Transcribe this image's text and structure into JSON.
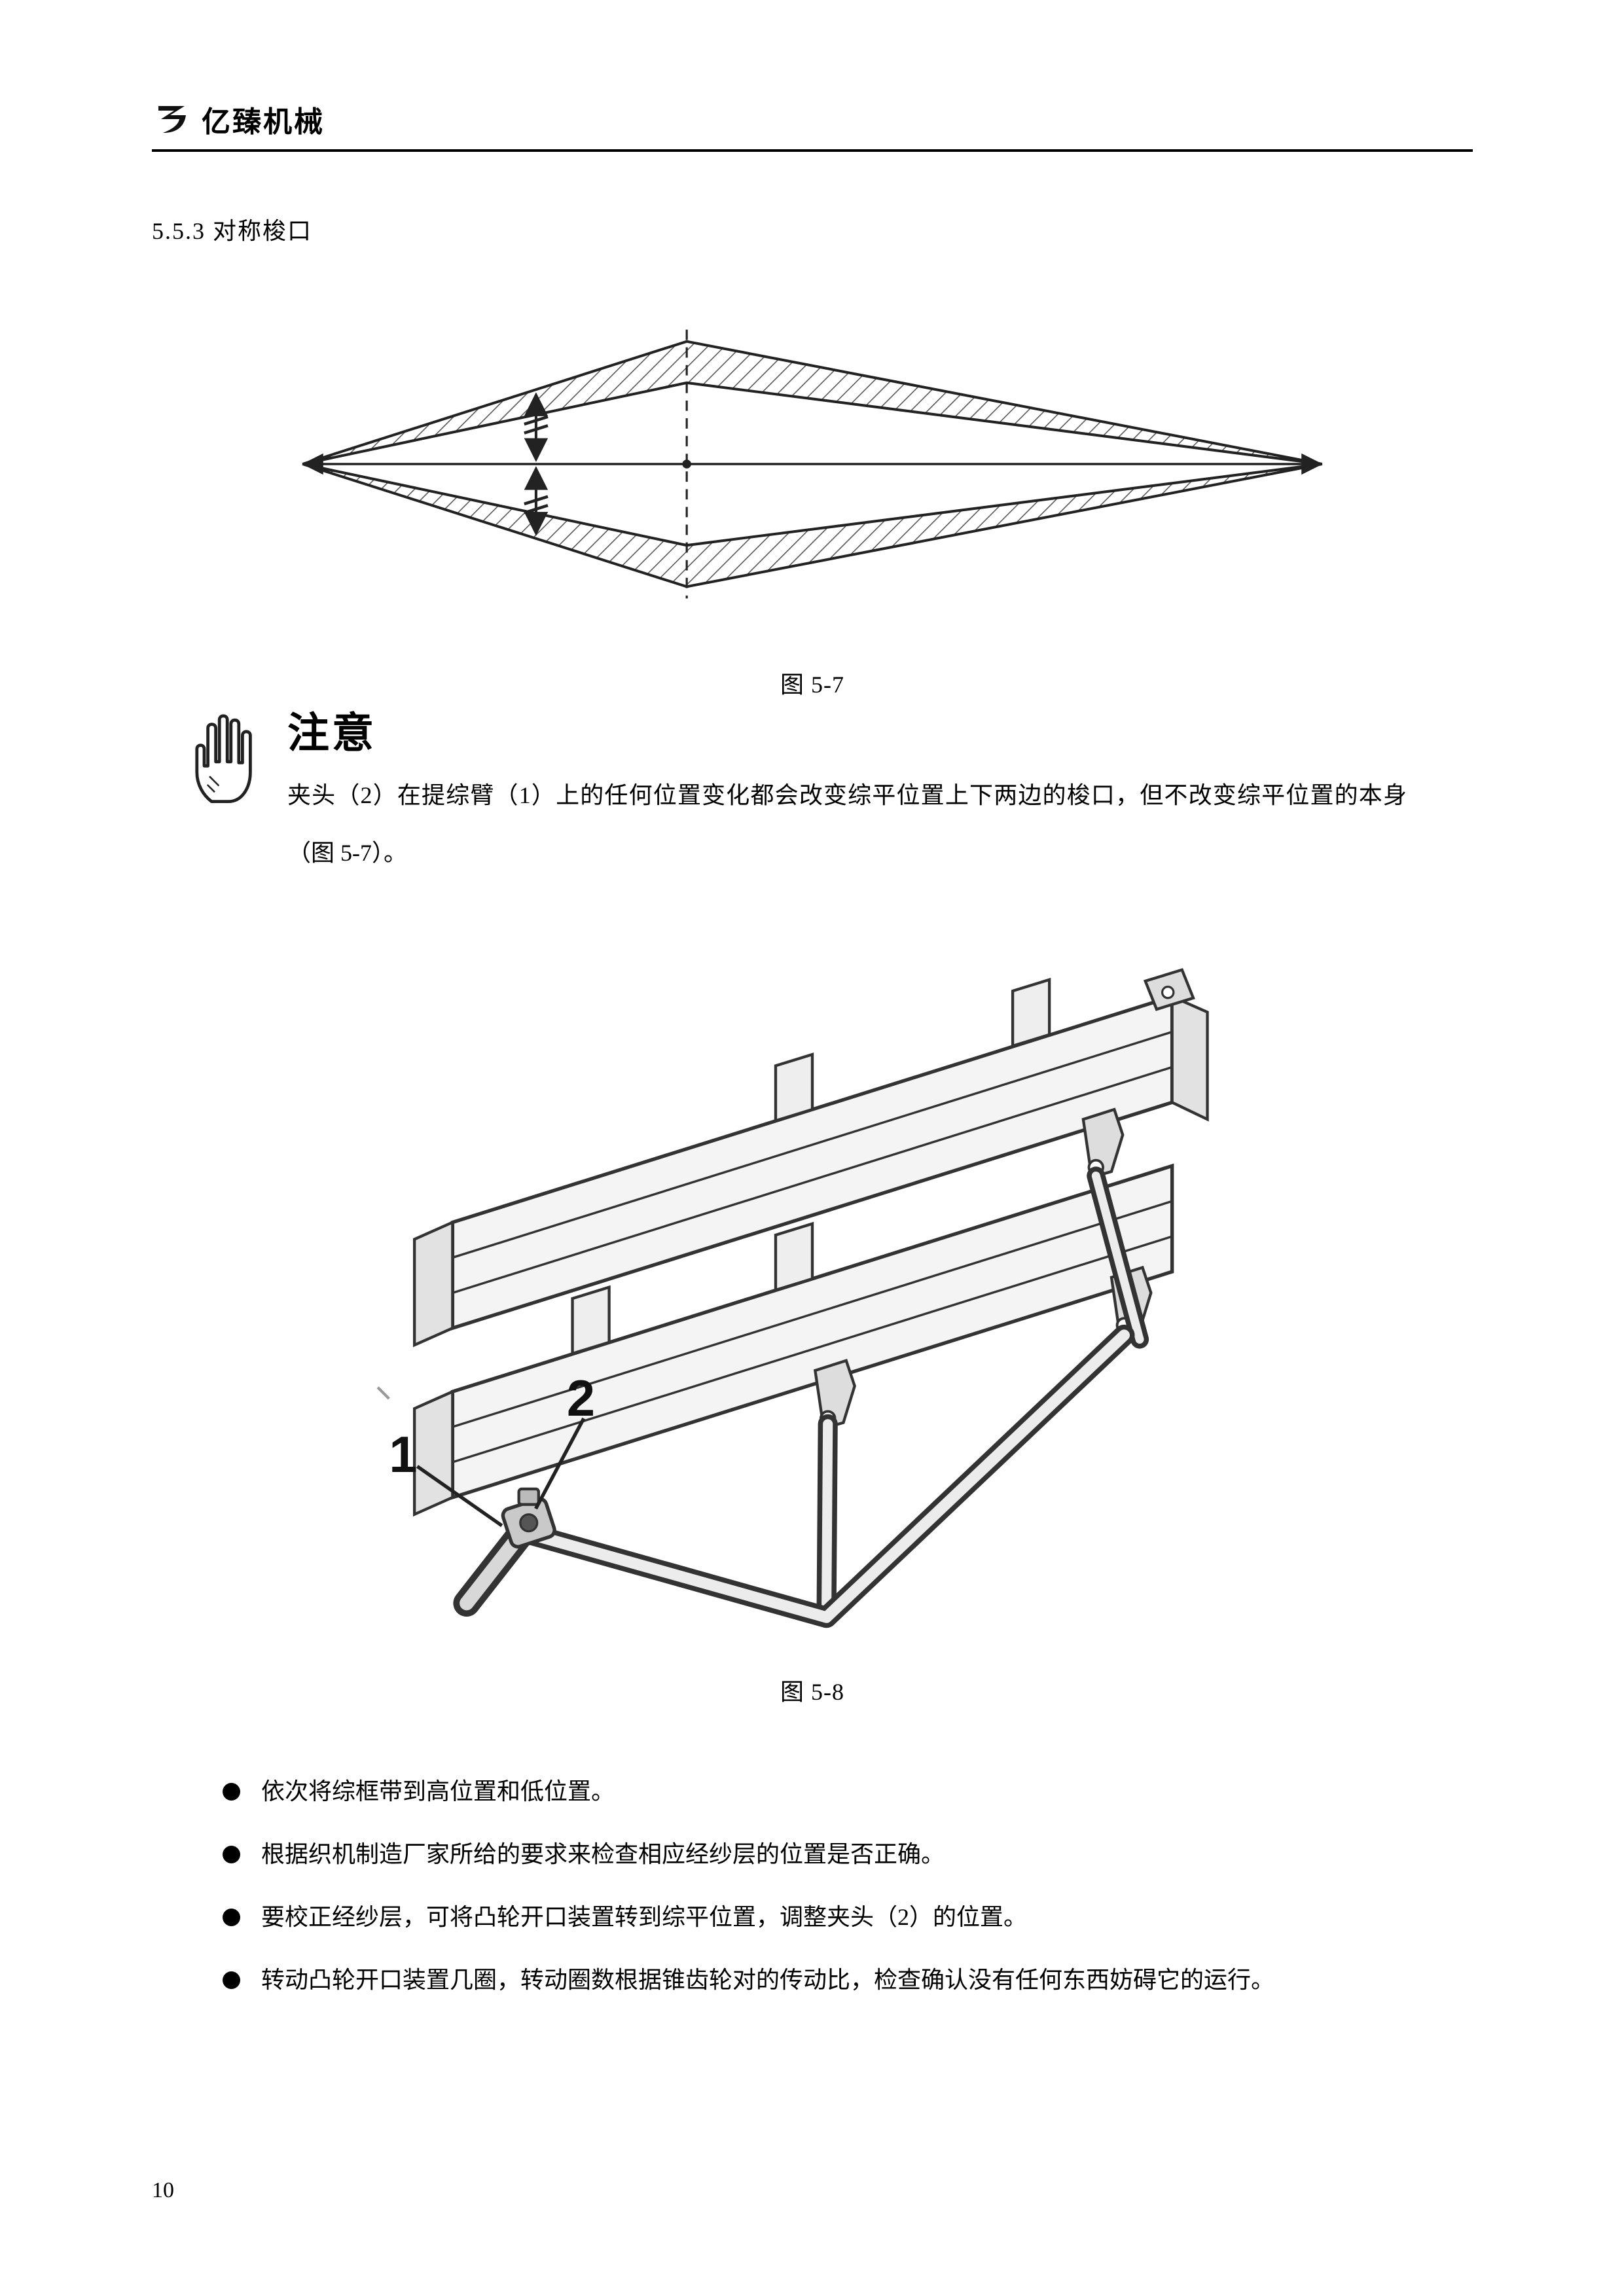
{
  "page": {
    "brand": "亿臻机械",
    "section_heading": "5.5.3 对称梭口",
    "page_number": "10"
  },
  "figure57": {
    "caption": "图 5-7"
  },
  "notice": {
    "title": "注意",
    "body": "夹头（2）在提综臂（1）上的任何位置变化都会改变综平位置上下两边的梭口，但不改变综平位置的本身（图 5-7）。"
  },
  "figure58": {
    "caption": "图 5-8",
    "labels": {
      "arm": "1",
      "clamp": "2"
    }
  },
  "bullets": [
    "依次将综框带到高位置和低位置。",
    "根据织机制造厂家所给的要求来检查相应经纱层的位置是否正确。",
    "要校正经纱层，可将凸轮开口装置转到综平位置，调整夹头（2）的位置。",
    "转动凸轮开口装置几圈，转动圈数根据锥齿轮对的传动比，检查确认没有任何东西妨碍它的运行。"
  ]
}
